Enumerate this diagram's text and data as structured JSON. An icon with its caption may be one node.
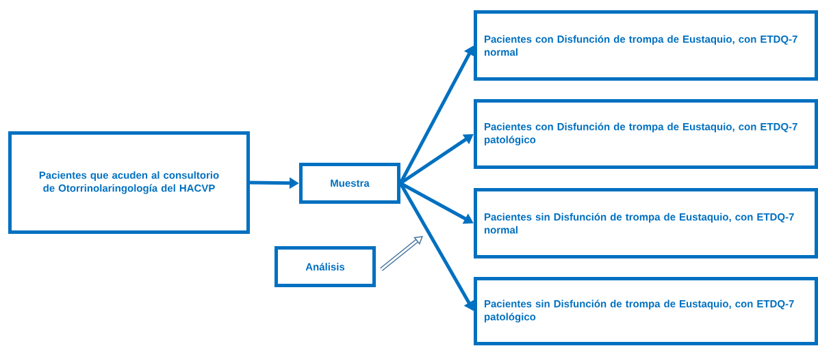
{
  "diagram": {
    "nodes": [
      {
        "text": [
          "Pacientes que acuden al consultorio de Otorrinolaringología del HACVP"
        ]
      },
      {
        "text": [
          "Muestra"
        ]
      },
      {
        "text": [
          "Análisis"
        ]
      },
      {
        "text": [
          "Pacientes con Disfunción de trompa de Eustaquio, con ETDQ-7 normal"
        ]
      },
      {
        "text": [
          "Pacientes con Disfunción de trompa de Eustaquio, con ETDQ-7 patológico"
        ]
      },
      {
        "text": [
          "Pacientes sin Disfunción de trompa de Eustaquio, con ETDQ-7 normal"
        ]
      },
      {
        "text": [
          "Pacientes sin Disfunción de trompa de Eustaquio, con ETDQ-7 patológico"
        ]
      }
    ],
    "edges": [
      {
        "from": 0,
        "to": 1,
        "arrow": "to"
      },
      {
        "from": 1,
        "to": 3,
        "arrow": "to"
      },
      {
        "from": 1,
        "to": 4,
        "arrow": "to"
      },
      {
        "from": 1,
        "to": 5,
        "arrow": "to"
      },
      {
        "from": 1,
        "to": 6,
        "arrow": "to"
      },
      {
        "from": 2,
        "to": null,
        "arrow": "to",
        "color": "#41719c"
      }
    ]
  }
}
